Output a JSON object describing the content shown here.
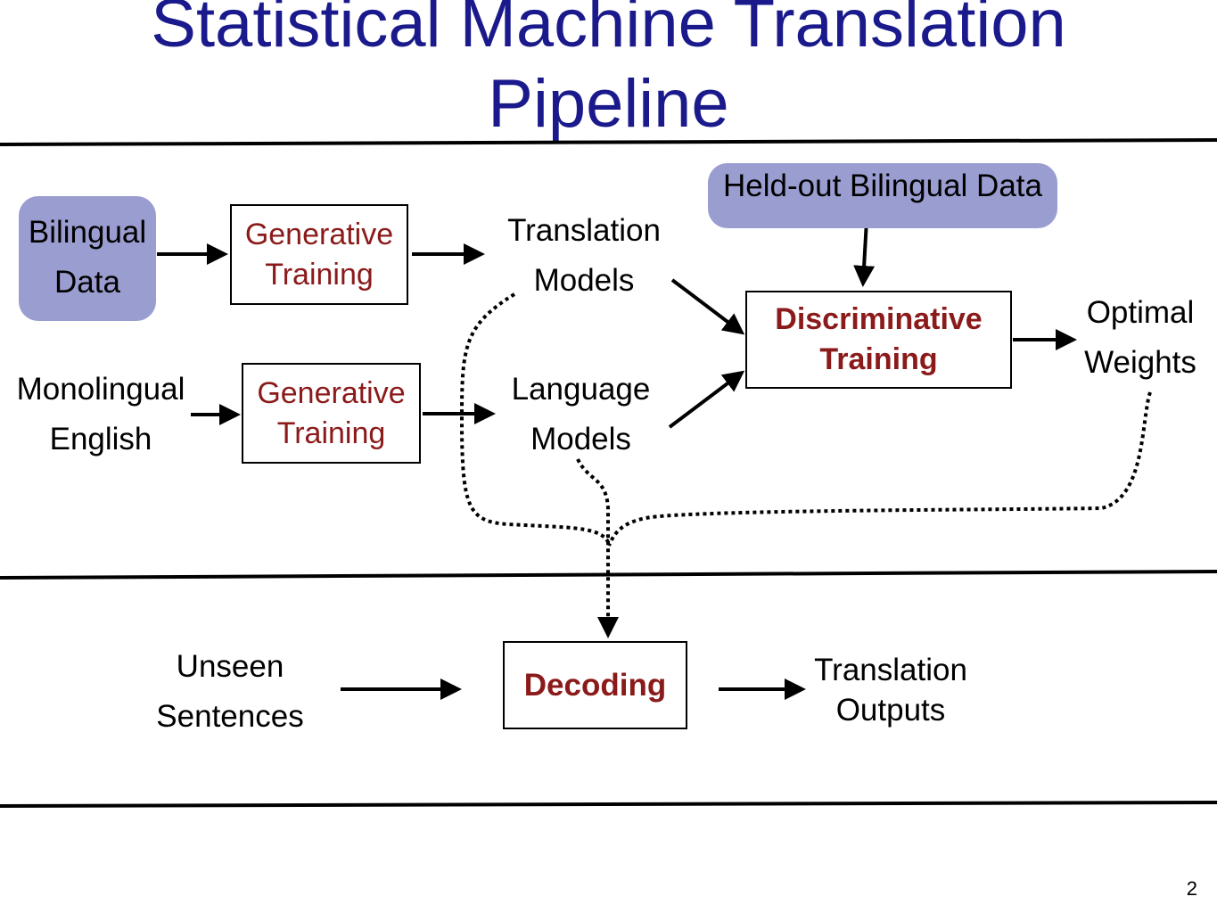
{
  "title": {
    "line1": "Statistical Machine Translation",
    "line2": "Pipeline"
  },
  "nodes": {
    "bilingual_data": {
      "line1": "Bilingual",
      "line2": "Data"
    },
    "monolingual_english": {
      "line1": "Monolingual",
      "line2": "English"
    },
    "generative_training_1": {
      "line1": "Generative",
      "line2": "Training"
    },
    "generative_training_2": {
      "line1": "Generative",
      "line2": "Training"
    },
    "translation_models": {
      "line1": "Translation",
      "line2": "Models"
    },
    "language_models": {
      "line1": "Language",
      "line2": "Models"
    },
    "held_out_data": "Held-out Bilingual Data",
    "discriminative_training": {
      "line1": "Discriminative",
      "line2": "Training"
    },
    "optimal_weights": {
      "line1": "Optimal",
      "line2": "Weights"
    },
    "unseen_sentences": {
      "line1": "Unseen",
      "line2": "Sentences"
    },
    "decoding": "Decoding",
    "translation_outputs": {
      "line1": "Translation",
      "line2": "Outputs"
    }
  },
  "page_number": "2",
  "colors": {
    "title": "#1a1a8c",
    "data_box": "#9a9dd0",
    "process_text": "#8b1a1a"
  }
}
